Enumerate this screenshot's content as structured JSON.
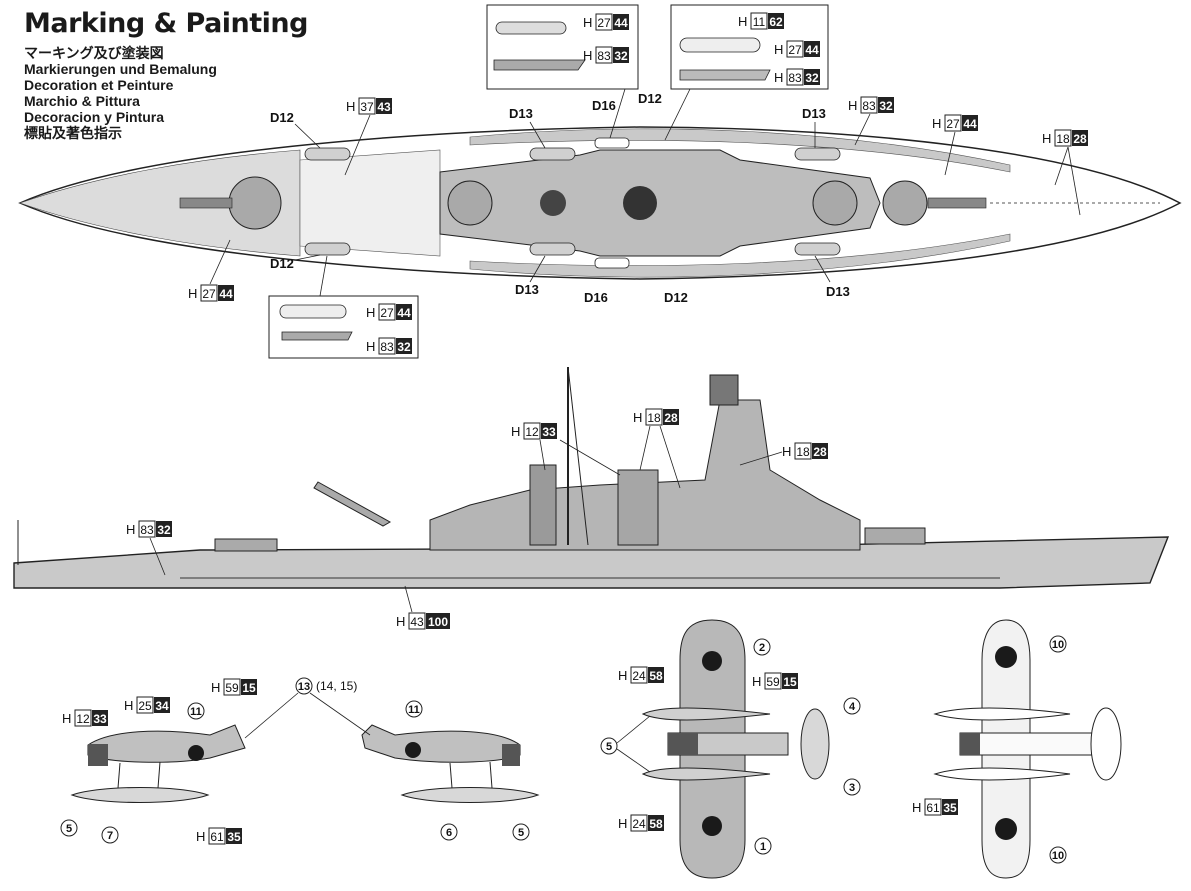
{
  "title": {
    "main": "Marking & Painting",
    "lines": [
      "マーキング及び塗装図",
      "Markierungen und Bemalung",
      "Decoration et Peinture",
      "Marchio & Pittura",
      "Decoracion y Pintura",
      "標貼及著色指示"
    ]
  },
  "colors": {
    "hull_gray": "#c9c9c9",
    "deck_light": "#e6e6e6",
    "dark_gray": "#5a5a5a",
    "black": "#1a1a1a"
  },
  "plan_view": {
    "labels": {
      "d12_tl": "D12",
      "d13_tl": "D13",
      "d16_t": "D16",
      "d12_t": "D12",
      "d13_tr": "D13",
      "d12_bl": "D12",
      "d13_bl": "D13",
      "d16_b": "D16",
      "d12_b": "D12",
      "d13_br": "D13"
    },
    "codes": {
      "h37": {
        "h": "H",
        "a": "37",
        "b": "43"
      },
      "h83_top": {
        "h": "H",
        "a": "83",
        "b": "32"
      },
      "h27_top": {
        "h": "H",
        "a": "27",
        "b": "44"
      },
      "h18_top": {
        "h": "H",
        "a": "18",
        "b": "28"
      },
      "h27_left": {
        "h": "H",
        "a": "27",
        "b": "44"
      }
    },
    "inset_top_left": {
      "c1": {
        "h": "H",
        "a": "27",
        "b": "44"
      },
      "c2": {
        "h": "H",
        "a": "83",
        "b": "32"
      }
    },
    "inset_top_right": {
      "c1": {
        "h": "H",
        "a": "11",
        "b": "62"
      },
      "c2": {
        "h": "H",
        "a": "27",
        "b": "44"
      },
      "c3": {
        "h": "H",
        "a": "83",
        "b": "32"
      }
    },
    "inset_bottom": {
      "c1": {
        "h": "H",
        "a": "27",
        "b": "44"
      },
      "c2": {
        "h": "H",
        "a": "83",
        "b": "32"
      }
    }
  },
  "side_view": {
    "codes": {
      "h12": {
        "h": "H",
        "a": "12",
        "b": "33"
      },
      "h18a": {
        "h": "H",
        "a": "18",
        "b": "28"
      },
      "h18b": {
        "h": "H",
        "a": "18",
        "b": "28"
      },
      "h83": {
        "h": "H",
        "a": "83",
        "b": "32"
      },
      "h43": {
        "h": "H",
        "a": "43",
        "b": "100"
      }
    }
  },
  "aircraft": {
    "side_codes": {
      "h12": {
        "h": "H",
        "a": "12",
        "b": "33"
      },
      "h25": {
        "h": "H",
        "a": "25",
        "b": "34"
      },
      "h59": {
        "h": "H",
        "a": "59",
        "b": "15"
      },
      "h61": {
        "h": "H",
        "a": "61",
        "b": "35"
      }
    },
    "callouts_side": {
      "c13": "13",
      "c13_extra": "(14, 15)",
      "c11a": "11",
      "c11b": "11",
      "c5a": "5",
      "c7": "7",
      "c6": "6",
      "c5b": "5"
    },
    "top_codes": {
      "h24a": {
        "h": "H",
        "a": "24",
        "b": "58"
      },
      "h59": {
        "h": "H",
        "a": "59",
        "b": "15"
      },
      "h24b": {
        "h": "H",
        "a": "24",
        "b": "58"
      }
    },
    "callouts_top": {
      "c1": "1",
      "c2": "2",
      "c3": "3",
      "c4": "4",
      "c5": "5"
    },
    "bottom_codes": {
      "h61": {
        "h": "H",
        "a": "61",
        "b": "35"
      }
    },
    "callouts_bottom": {
      "c10a": "10",
      "c10b": "10"
    }
  }
}
